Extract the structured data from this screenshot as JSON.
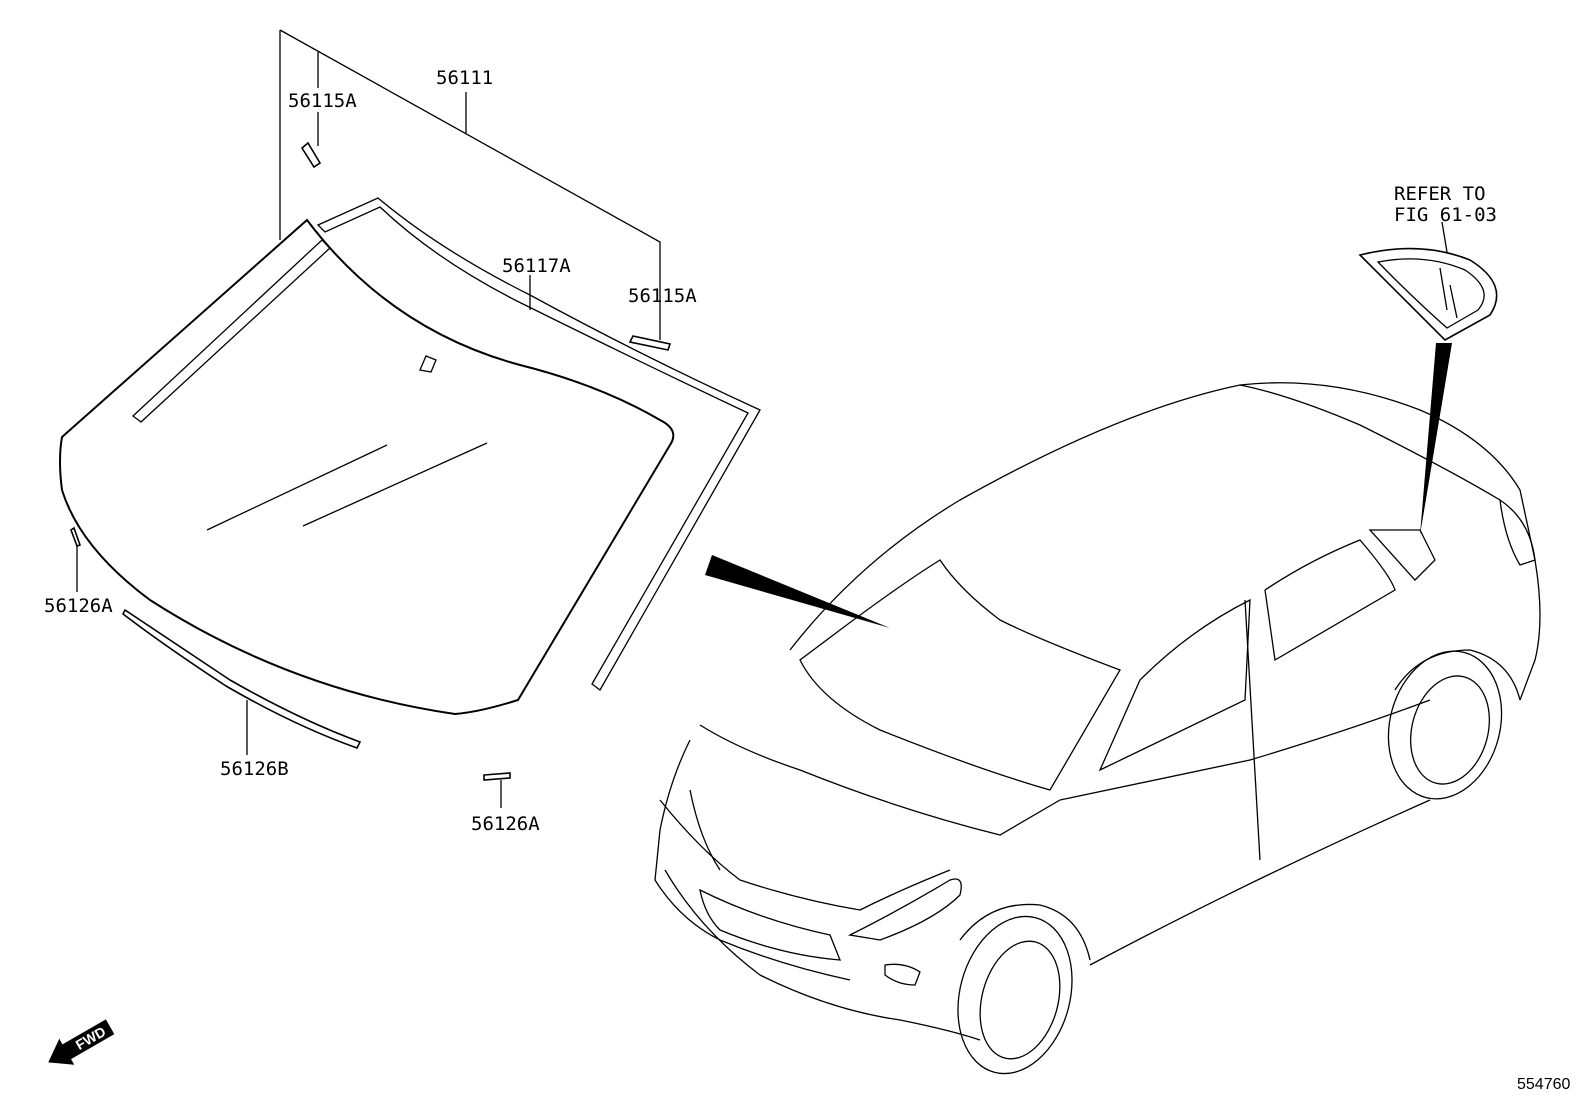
{
  "labels": {
    "windshield_glass": "56111",
    "clip_upper_left": "56115A",
    "clip_upper_right": "56115A",
    "moulding_outside": "56117A",
    "spacer_left": "56126A",
    "spacer_lower": "56126B",
    "spacer_bottom": "56126A"
  },
  "refer": {
    "line1": "REFER TO",
    "line2": "FIG 61-03"
  },
  "fwd_label": "FWD",
  "figure_number": "554760"
}
